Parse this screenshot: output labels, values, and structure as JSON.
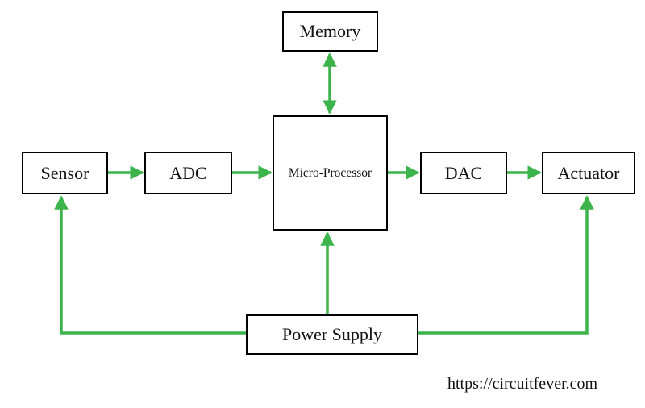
{
  "colors": {
    "arrow": "#3cb44b",
    "border": "#000000",
    "text": "#111111"
  },
  "blocks": {
    "memory": "Memory",
    "sensor": "Sensor",
    "adc": "ADC",
    "microprocessor": "Micro-Processor",
    "dac": "DAC",
    "actuator": "Actuator",
    "power_supply": "Power Supply"
  },
  "source": "https://circuitfever.com"
}
